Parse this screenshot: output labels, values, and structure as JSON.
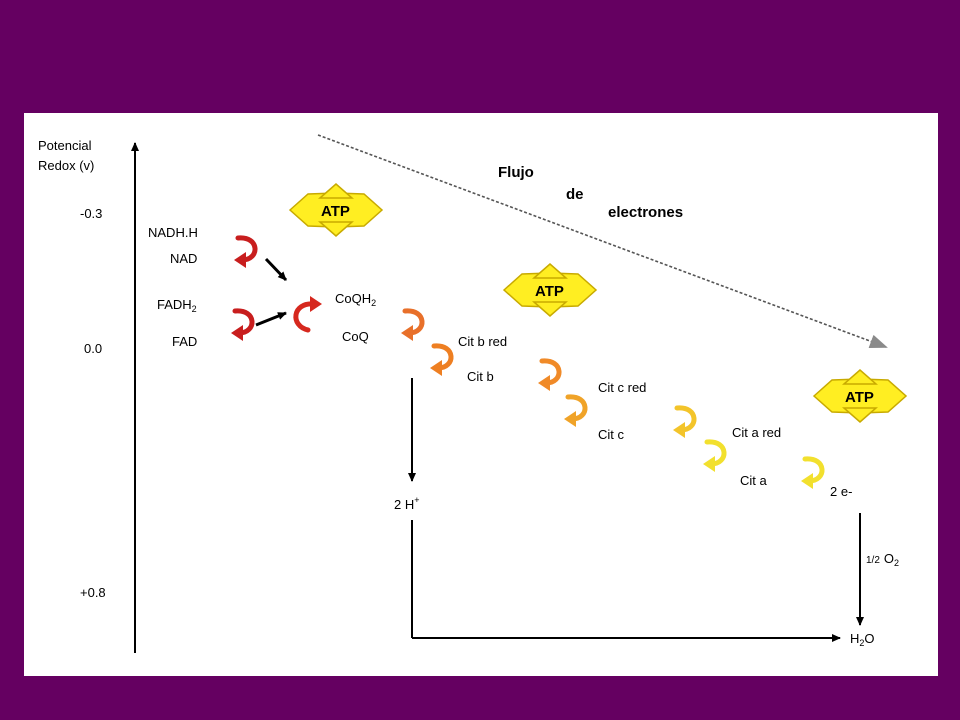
{
  "colors": {
    "background": "#650061",
    "panel": "#ffffff",
    "atp_fill": "#ffee22",
    "atp_stroke": "#c8aa00",
    "arrow_stages": [
      "#c81e1e",
      "#c81e1e",
      "#d6281e",
      "#e8702a",
      "#ee7f22",
      "#f08a28",
      "#f0a328",
      "#f3c42a",
      "#f2e02e"
    ]
  },
  "axis": {
    "title_line1": "Potencial",
    "title_line2": "Redox (v)",
    "ticks": [
      "-0.3",
      "0.0",
      "+0.8"
    ]
  },
  "flow": {
    "word1": "Flujo",
    "word2": "de",
    "word3": "electrones"
  },
  "atp": [
    "ATP",
    "ATP",
    "ATP"
  ],
  "carriers": {
    "nadh": "NADH.H",
    "nad": "NAD",
    "fadh2_base": "FADH",
    "fadh2_sub": "2",
    "fad": "FAD",
    "coqh2_base": "CoQH",
    "coqh2_sub": "2",
    "coq": "CoQ",
    "citb_red": "Cit b red",
    "citb": "Cit b",
    "citc_red": "Cit c red",
    "citc": "Cit c",
    "cita_red": "Cit a red",
    "cita": "Cit a"
  },
  "outputs": {
    "protons_base": "2 H",
    "protons_sup": "+",
    "electrons": "2 e-",
    "oxygen_frac": "1/2",
    "oxygen_base": "O",
    "oxygen_sub": "2",
    "water_pre": "H",
    "water_sub": "2",
    "water_post": "O"
  }
}
